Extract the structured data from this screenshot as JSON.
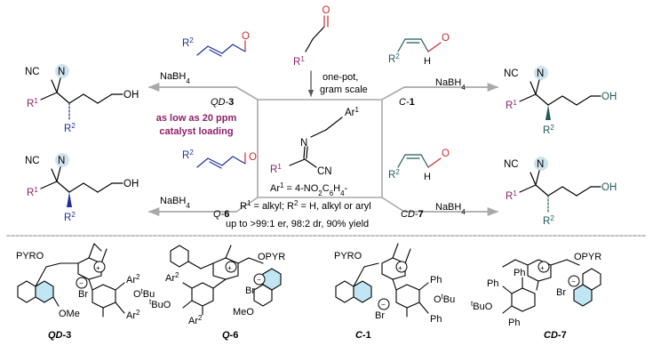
{
  "colors": {
    "blue": "#1f2f9e",
    "purple": "#8e1f6b",
    "teal": "#1e5a5e",
    "aldehyde_red": "#cf2a2a",
    "arrow_gray": "#a9a9a9",
    "highlight_cyan": "#bfe6f2",
    "n_circle": "#cfe3ee",
    "black": "#000000"
  },
  "center": {
    "aldehyde_label": "R1",
    "one_pot": "one-pot,",
    "gram_scale": "gram scale",
    "imine_ar": "Ar1",
    "imine_r1": "R1",
    "imine_cn": "CN",
    "imine_n": "N",
    "ar_def": "Ar1 = 4-NO2C6H4-",
    "r_def": "R1 = alkyl; R2 = H, alkyl or aryl",
    "results": "up to >99:1 er, 98:2 dr, 90% yield"
  },
  "branches": {
    "top_left": {
      "reducer": "NaBH4",
      "catalyst": "QD-3",
      "aldehyde_r": "R2",
      "note_line1": "as low as 20 ppm",
      "note_line2": "catalyst loading"
    },
    "bottom_left": {
      "reducer": "NaBH4",
      "catalyst": "Q-6",
      "aldehyde_r": "R2"
    },
    "top_right": {
      "reducer": "NaBH4",
      "catalyst": "C-1",
      "aldehyde_r": "R2",
      "aldehyde_h": "H"
    },
    "bottom_right": {
      "reducer": "NaBH4",
      "catalyst": "CD-7",
      "aldehyde_r": "R2",
      "aldehyde_h": "H"
    }
  },
  "products": {
    "nc": "NC",
    "n": "N",
    "r1": "R1",
    "r2": "R2",
    "oh": "OH"
  },
  "catalysts": [
    {
      "id": "QD-3",
      "ether": "PYRO",
      "counterion": "Br",
      "substituent": "OMe",
      "aryl_1": "Ar2",
      "aryl_2": "Ar2",
      "alkoxy": "OtBu"
    },
    {
      "id": "Q-6",
      "ether": "OPYR",
      "counterion": "Br",
      "substituent": "MeO",
      "aryl_1": "Ar2",
      "aryl_2": "Ar2",
      "alkoxy": "tBuO"
    },
    {
      "id": "C-1",
      "ether": "PYRO",
      "counterion": "Br",
      "aryl_1": "Ph",
      "aryl_2": "Ph",
      "alkoxy": "OtBu"
    },
    {
      "id": "CD-7",
      "ether": "OPYR",
      "counterion": "Br",
      "aryl_1": "Ph",
      "aryl_2": "Ph",
      "aryl_3": "Ph",
      "alkoxy": "tBuO"
    }
  ]
}
